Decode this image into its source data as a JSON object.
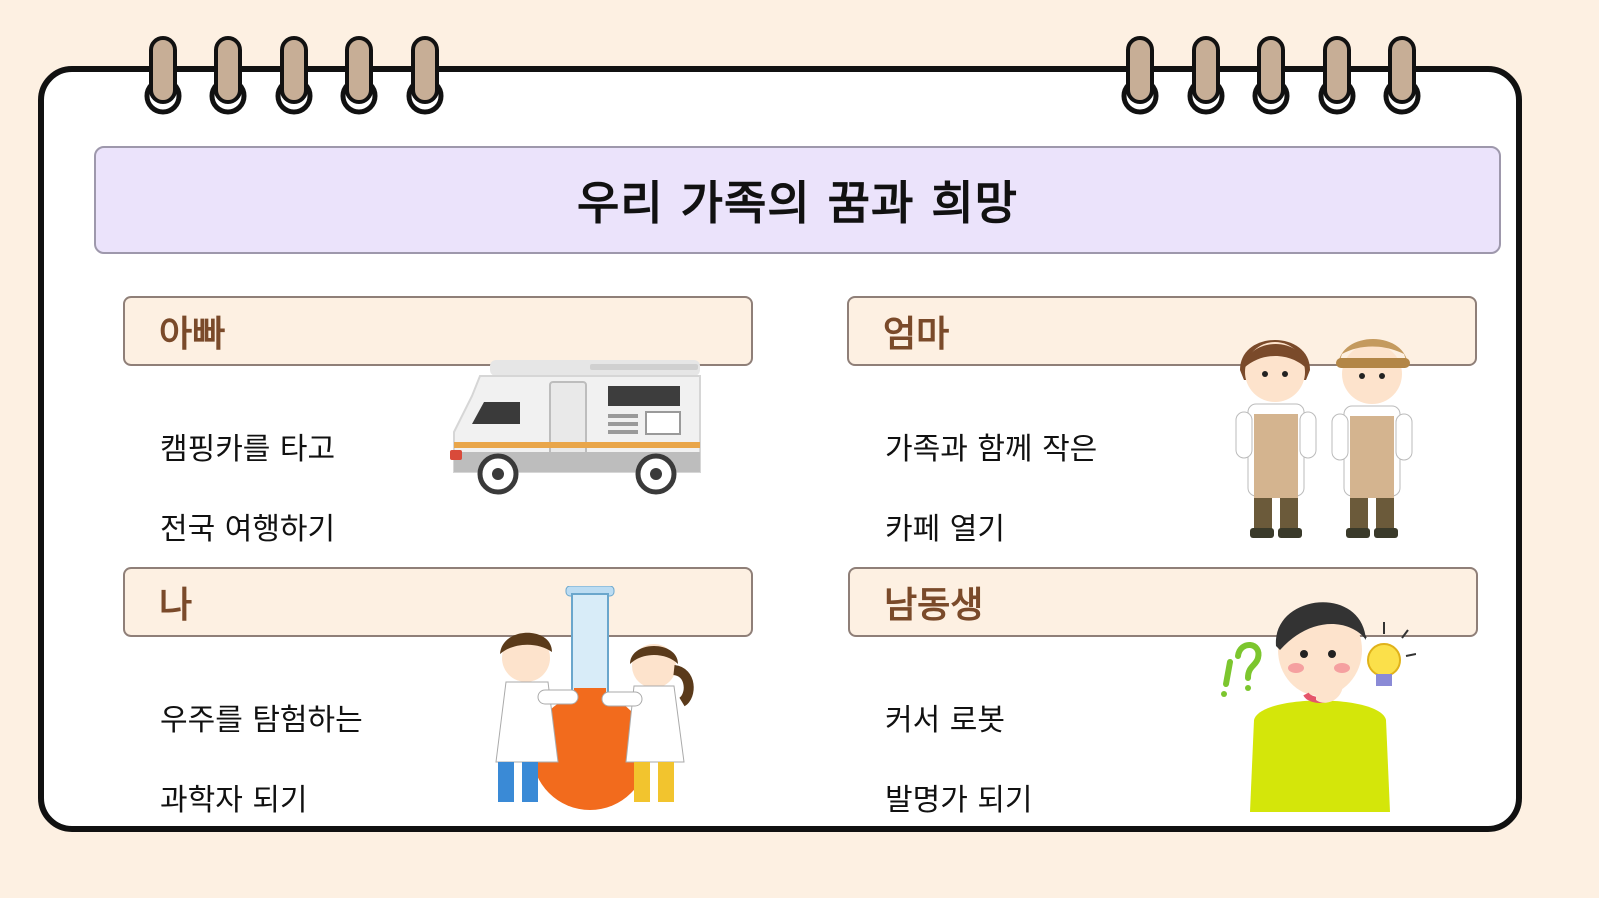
{
  "title": "우리 가족의 꿈과 희망",
  "members": [
    {
      "name": "아빠",
      "dream_line1": "캠핑카를 타고",
      "dream_line2": "전국 여행하기"
    },
    {
      "name": "엄마",
      "dream_line1": "가족과 함께 작은",
      "dream_line2": "카페 열기"
    },
    {
      "name": "나",
      "dream_line1": "우주를 탐험하는",
      "dream_line2": "과학자 되기"
    },
    {
      "name": "남동생",
      "dream_line1": "커서 로봇",
      "dream_line2": "발명가 되기"
    }
  ],
  "colors": {
    "background": "#fdf0e2",
    "title_bg": "#ebe3fb",
    "label_bg": "#fdf0e2",
    "label_text": "#7a4a2a",
    "ring": "#c7ae96"
  },
  "icons": [
    "spiral-ring-icon",
    "camper-van-icon",
    "barista-couple-icon",
    "scientists-flask-icon",
    "thinking-boy-icon"
  ]
}
